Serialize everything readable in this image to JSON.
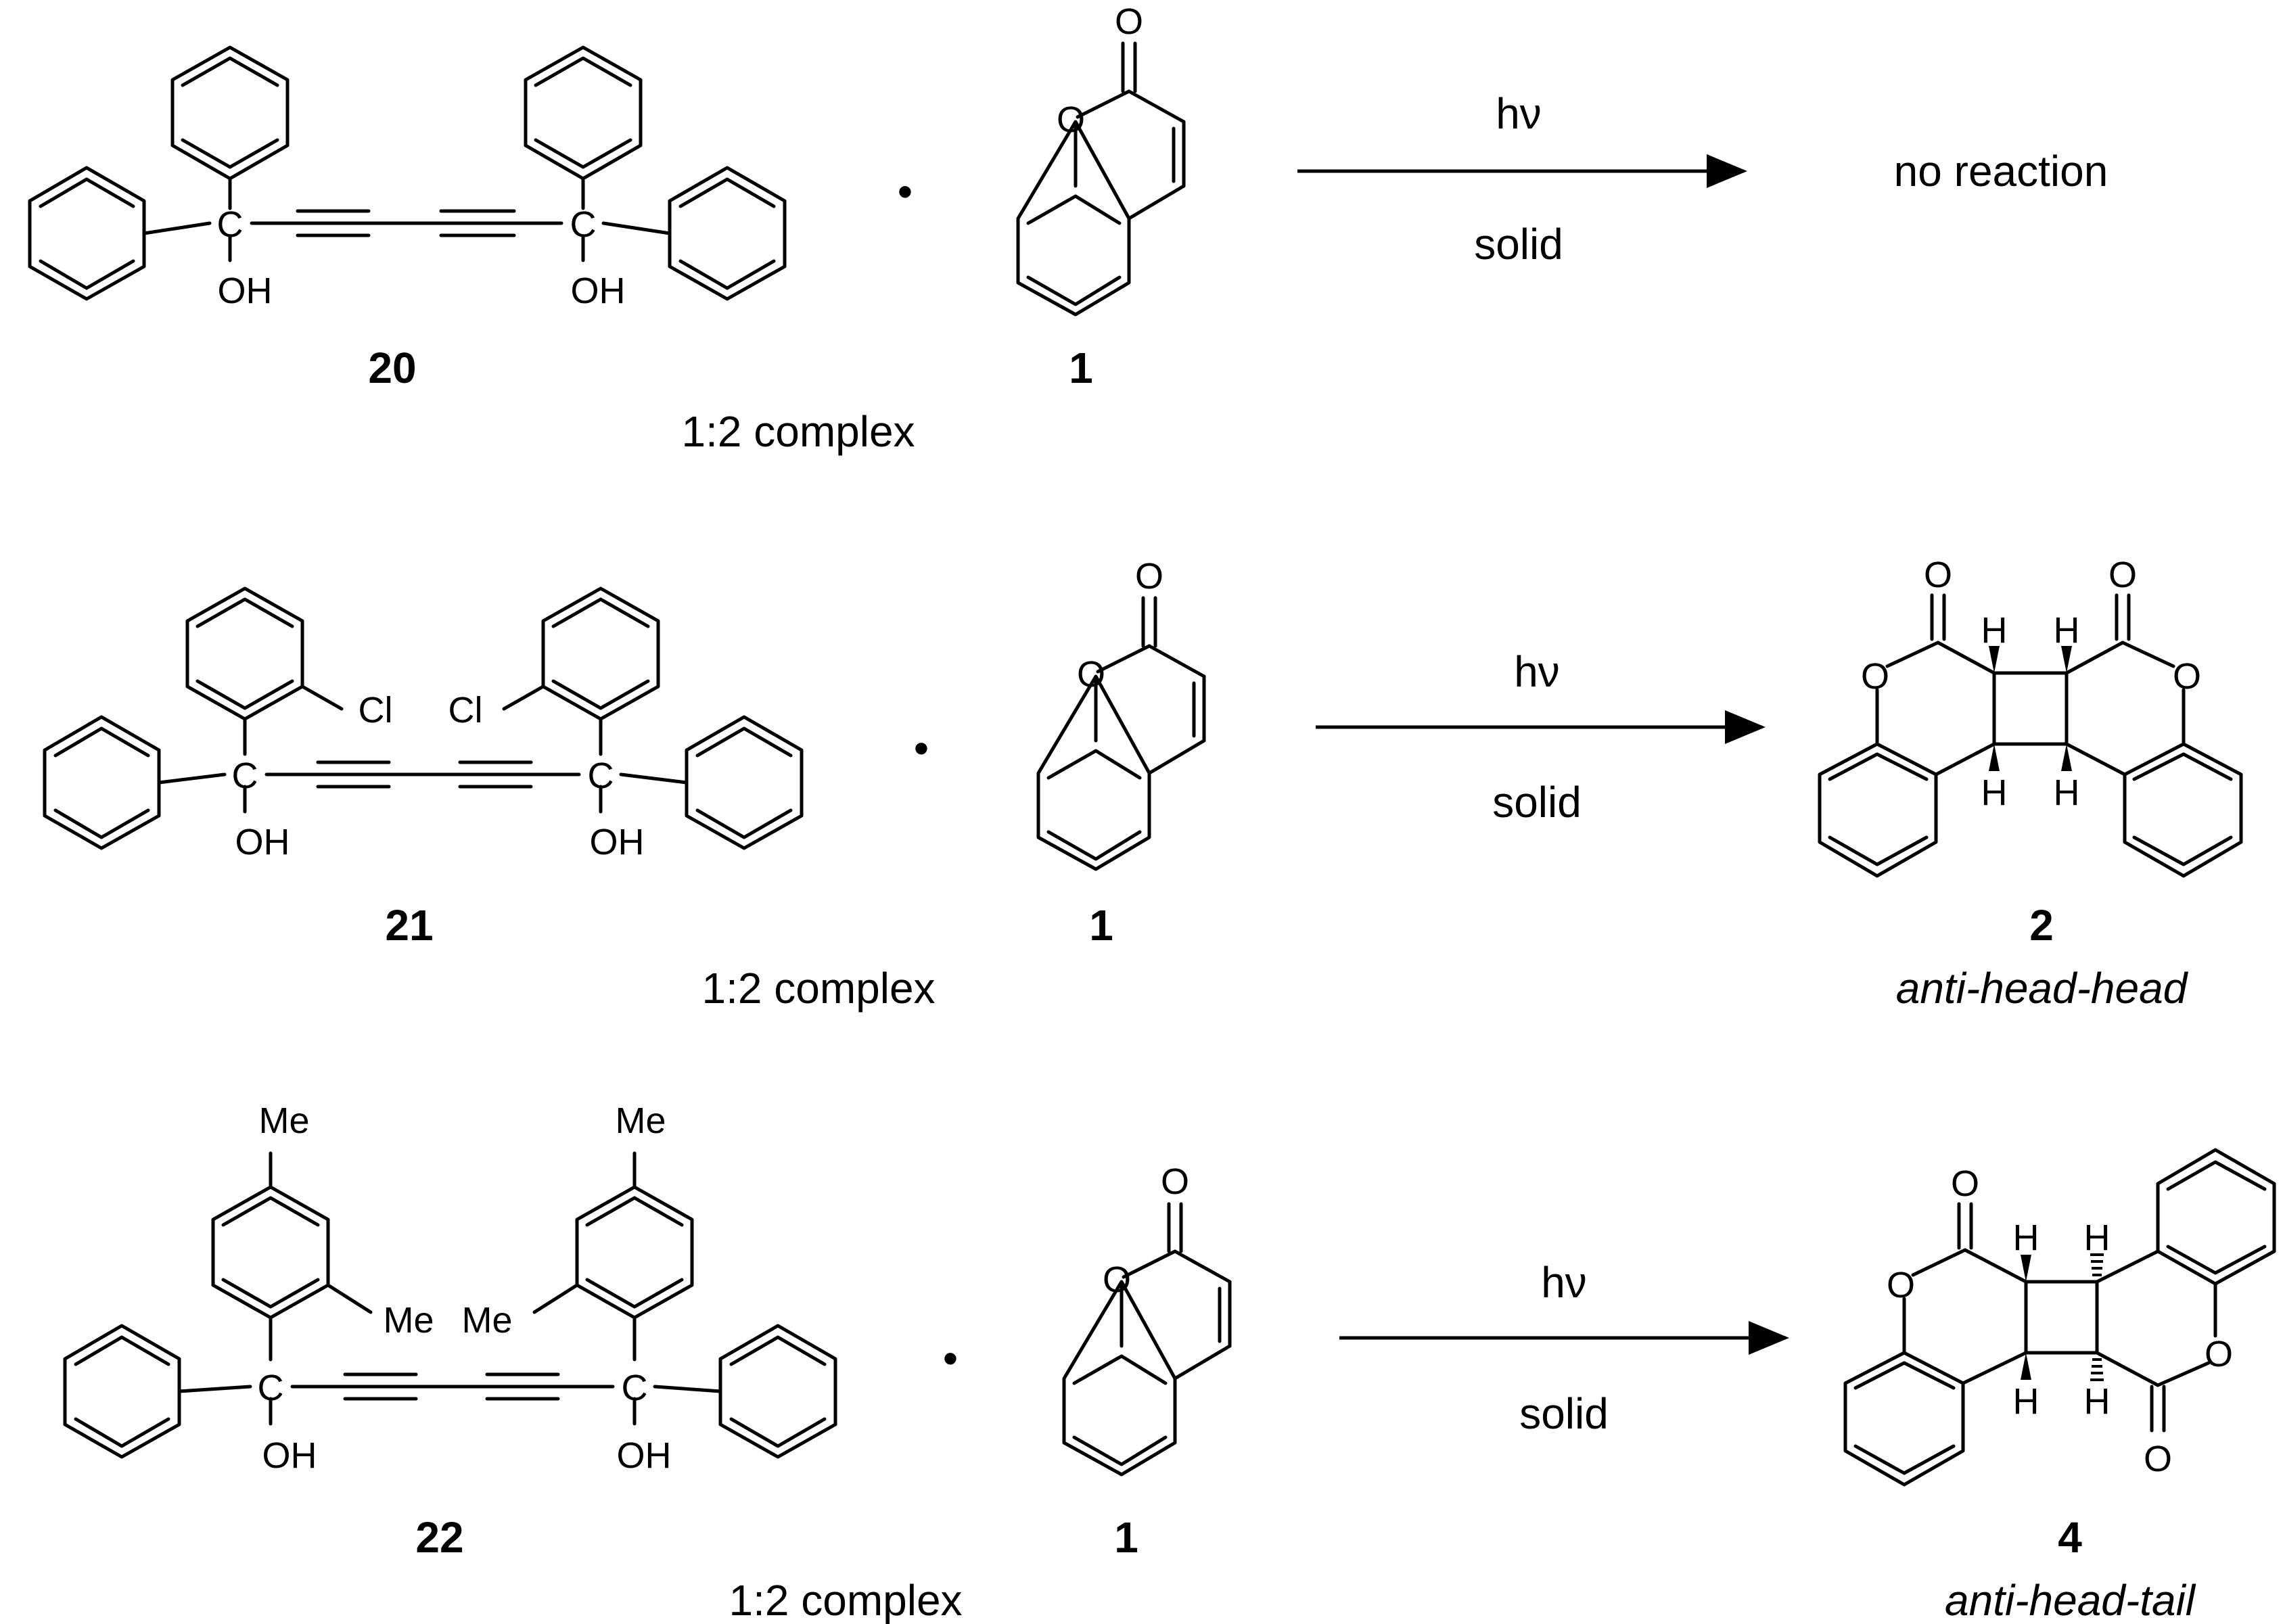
{
  "rows": [
    {
      "donor": {
        "label": "20",
        "substituent": "",
        "oh": "OH",
        "c": "C"
      },
      "separator": "•",
      "coumarin": {
        "label": "1",
        "o": "O"
      },
      "complex": "1:2 complex",
      "conditions": {
        "top": "hν",
        "bottom": "solid"
      },
      "outcome": {
        "text": "no reaction",
        "label": "",
        "descriptor": ""
      }
    },
    {
      "donor": {
        "label": "21",
        "substituent": "Cl",
        "oh": "OH",
        "c": "C"
      },
      "separator": "•",
      "coumarin": {
        "label": "1",
        "o": "O"
      },
      "complex": "1:2 complex",
      "conditions": {
        "top": "hν",
        "bottom": "solid"
      },
      "outcome": {
        "text": "",
        "label": "2",
        "descriptor": "anti-head-head",
        "h": "H",
        "o": "O"
      }
    },
    {
      "donor": {
        "label": "22",
        "substituent": "Me",
        "oh": "OH",
        "c": "C"
      },
      "separator": "•",
      "coumarin": {
        "label": "1",
        "o": "O"
      },
      "complex": "1:2 complex",
      "conditions": {
        "top": "hν",
        "bottom": "solid"
      },
      "outcome": {
        "text": "",
        "label": "4",
        "descriptor": "anti-head-tail",
        "h": "H",
        "o": "O"
      }
    }
  ]
}
